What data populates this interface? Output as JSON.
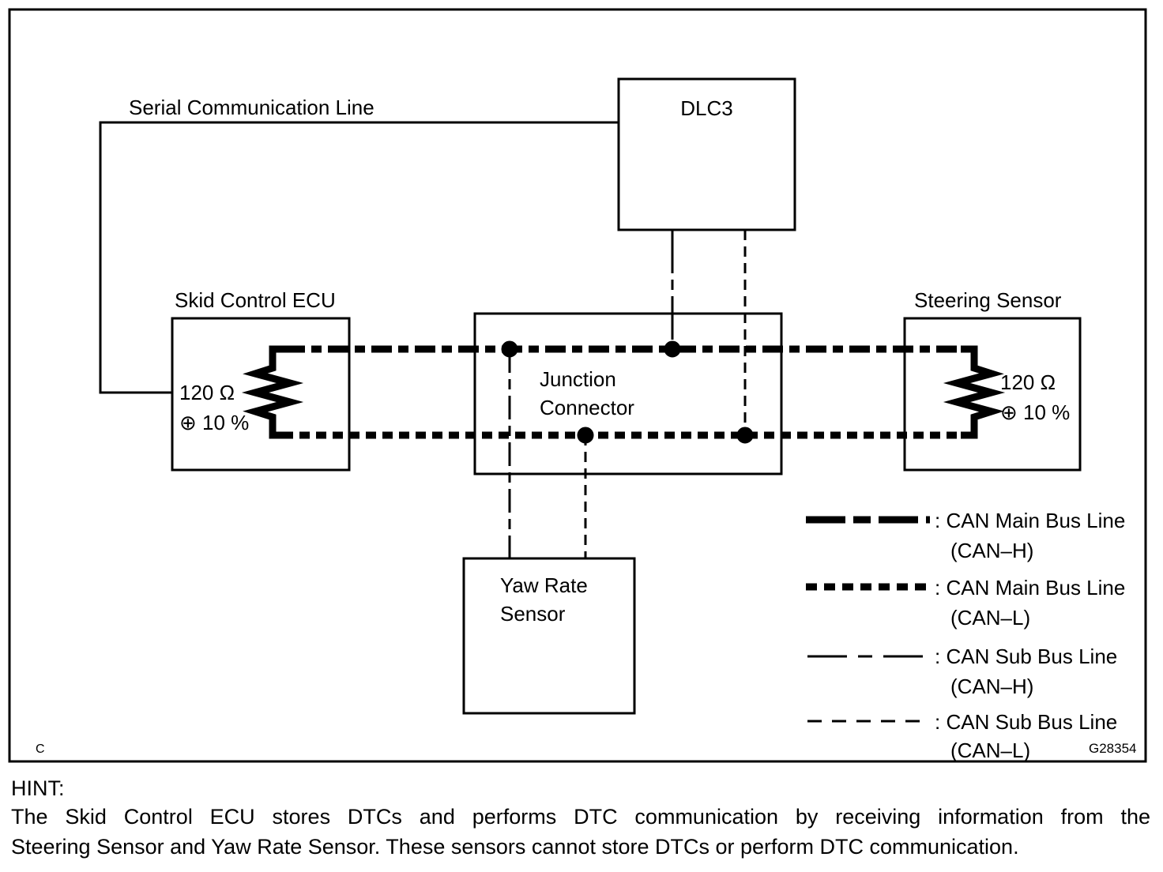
{
  "diagram": {
    "serial_line_label": "Serial Communication Line",
    "dlc3": {
      "label": "DLC3"
    },
    "skid_ecu": {
      "label": "Skid Control ECU",
      "resistor_value": "120 Ω",
      "resistor_tolerance": "⊕ 10 %"
    },
    "steering_sensor": {
      "label": "Steering Sensor",
      "resistor_value": "120 Ω",
      "resistor_tolerance": "⊕ 10 %"
    },
    "junction_connector": {
      "line1": "Junction",
      "line2": "Connector"
    },
    "yaw_rate_sensor": {
      "line1": "Yaw Rate",
      "line2": "Sensor"
    },
    "corner_label": "C",
    "figure_code": "G28354",
    "legend": {
      "items": [
        {
          "name": "can-main-bus-h",
          "label": ": CAN Main Bus Line",
          "sub": "(CAN–H)"
        },
        {
          "name": "can-main-bus-l",
          "label": ": CAN Main Bus Line",
          "sub": "(CAN–L)"
        },
        {
          "name": "can-sub-bus-h",
          "label": ": CAN Sub Bus Line",
          "sub": "(CAN–H)"
        },
        {
          "name": "can-sub-bus-l",
          "label": ": CAN Sub Bus Line",
          "sub": "(CAN–L)"
        }
      ]
    }
  },
  "hint": {
    "title": "HINT:",
    "lines": [
      "The Skid Control ECU stores DTCs and performs DTC communication by receiving information from the",
      "Steering Sensor and Yaw Rate Sensor. These sensors cannot store DTCs or perform DTC communication."
    ]
  },
  "colors": {
    "line": "#000000",
    "background": "#ffffff"
  }
}
